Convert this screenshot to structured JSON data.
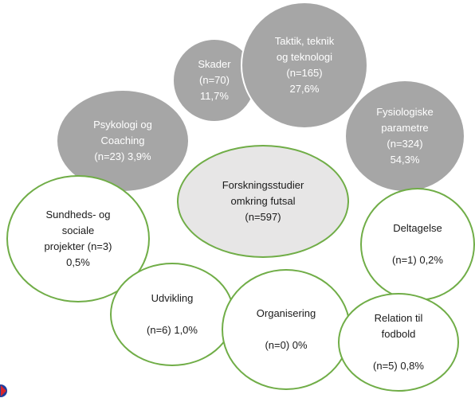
{
  "diagram": {
    "center": {
      "label": "Forskningsstudier\nomkring futsal\n(n=597)"
    },
    "gray_bubbles": [
      {
        "id": "skader",
        "label": "Skader\n(n=70)\n11,7%"
      },
      {
        "id": "taktik",
        "label": "Taktik, teknik\nog teknologi\n(n=165)\n27,6%"
      },
      {
        "id": "fysiologiske",
        "label": "Fysiologiske\nparametre\n(n=324)\n54,3%"
      },
      {
        "id": "psykologi",
        "label": "Psykologi og\nCoaching\n(n=23) 3,9%"
      }
    ],
    "green_bubbles": [
      {
        "id": "sundheds",
        "label": "Sundheds- og\nsociale\nprojekter (n=3)\n0,5%"
      },
      {
        "id": "deltagelse",
        "label": "Deltagelse\n\n(n=1) 0,2%"
      },
      {
        "id": "udvikling",
        "label": "Udvikling\n\n(n=6) 1,0%"
      },
      {
        "id": "organisering",
        "label": "Organisering\n\n(n=0) 0%"
      },
      {
        "id": "relation",
        "label": "Relation til\nfodbold\n\n(n=5) 0,8%"
      }
    ]
  },
  "colors": {
    "gray_fill": "#a6a6a6",
    "center_fill": "#e7e6e6",
    "green_border": "#70ad47"
  }
}
